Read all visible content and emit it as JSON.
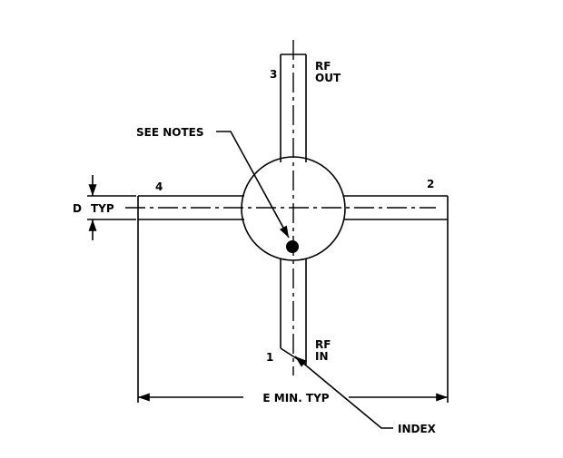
{
  "labels": {
    "pin3": "3",
    "rf_out_1": "RF",
    "rf_out_2": "OUT",
    "see_notes": "SEE NOTES",
    "pin4": "4",
    "pin2": "2",
    "d_typ_d": "D",
    "d_typ_typ": "TYP",
    "pin1": "1",
    "rf_in_1": "RF",
    "rf_in_2": "IN",
    "e_dim": "E MIN. TYP",
    "index": "INDEX"
  }
}
